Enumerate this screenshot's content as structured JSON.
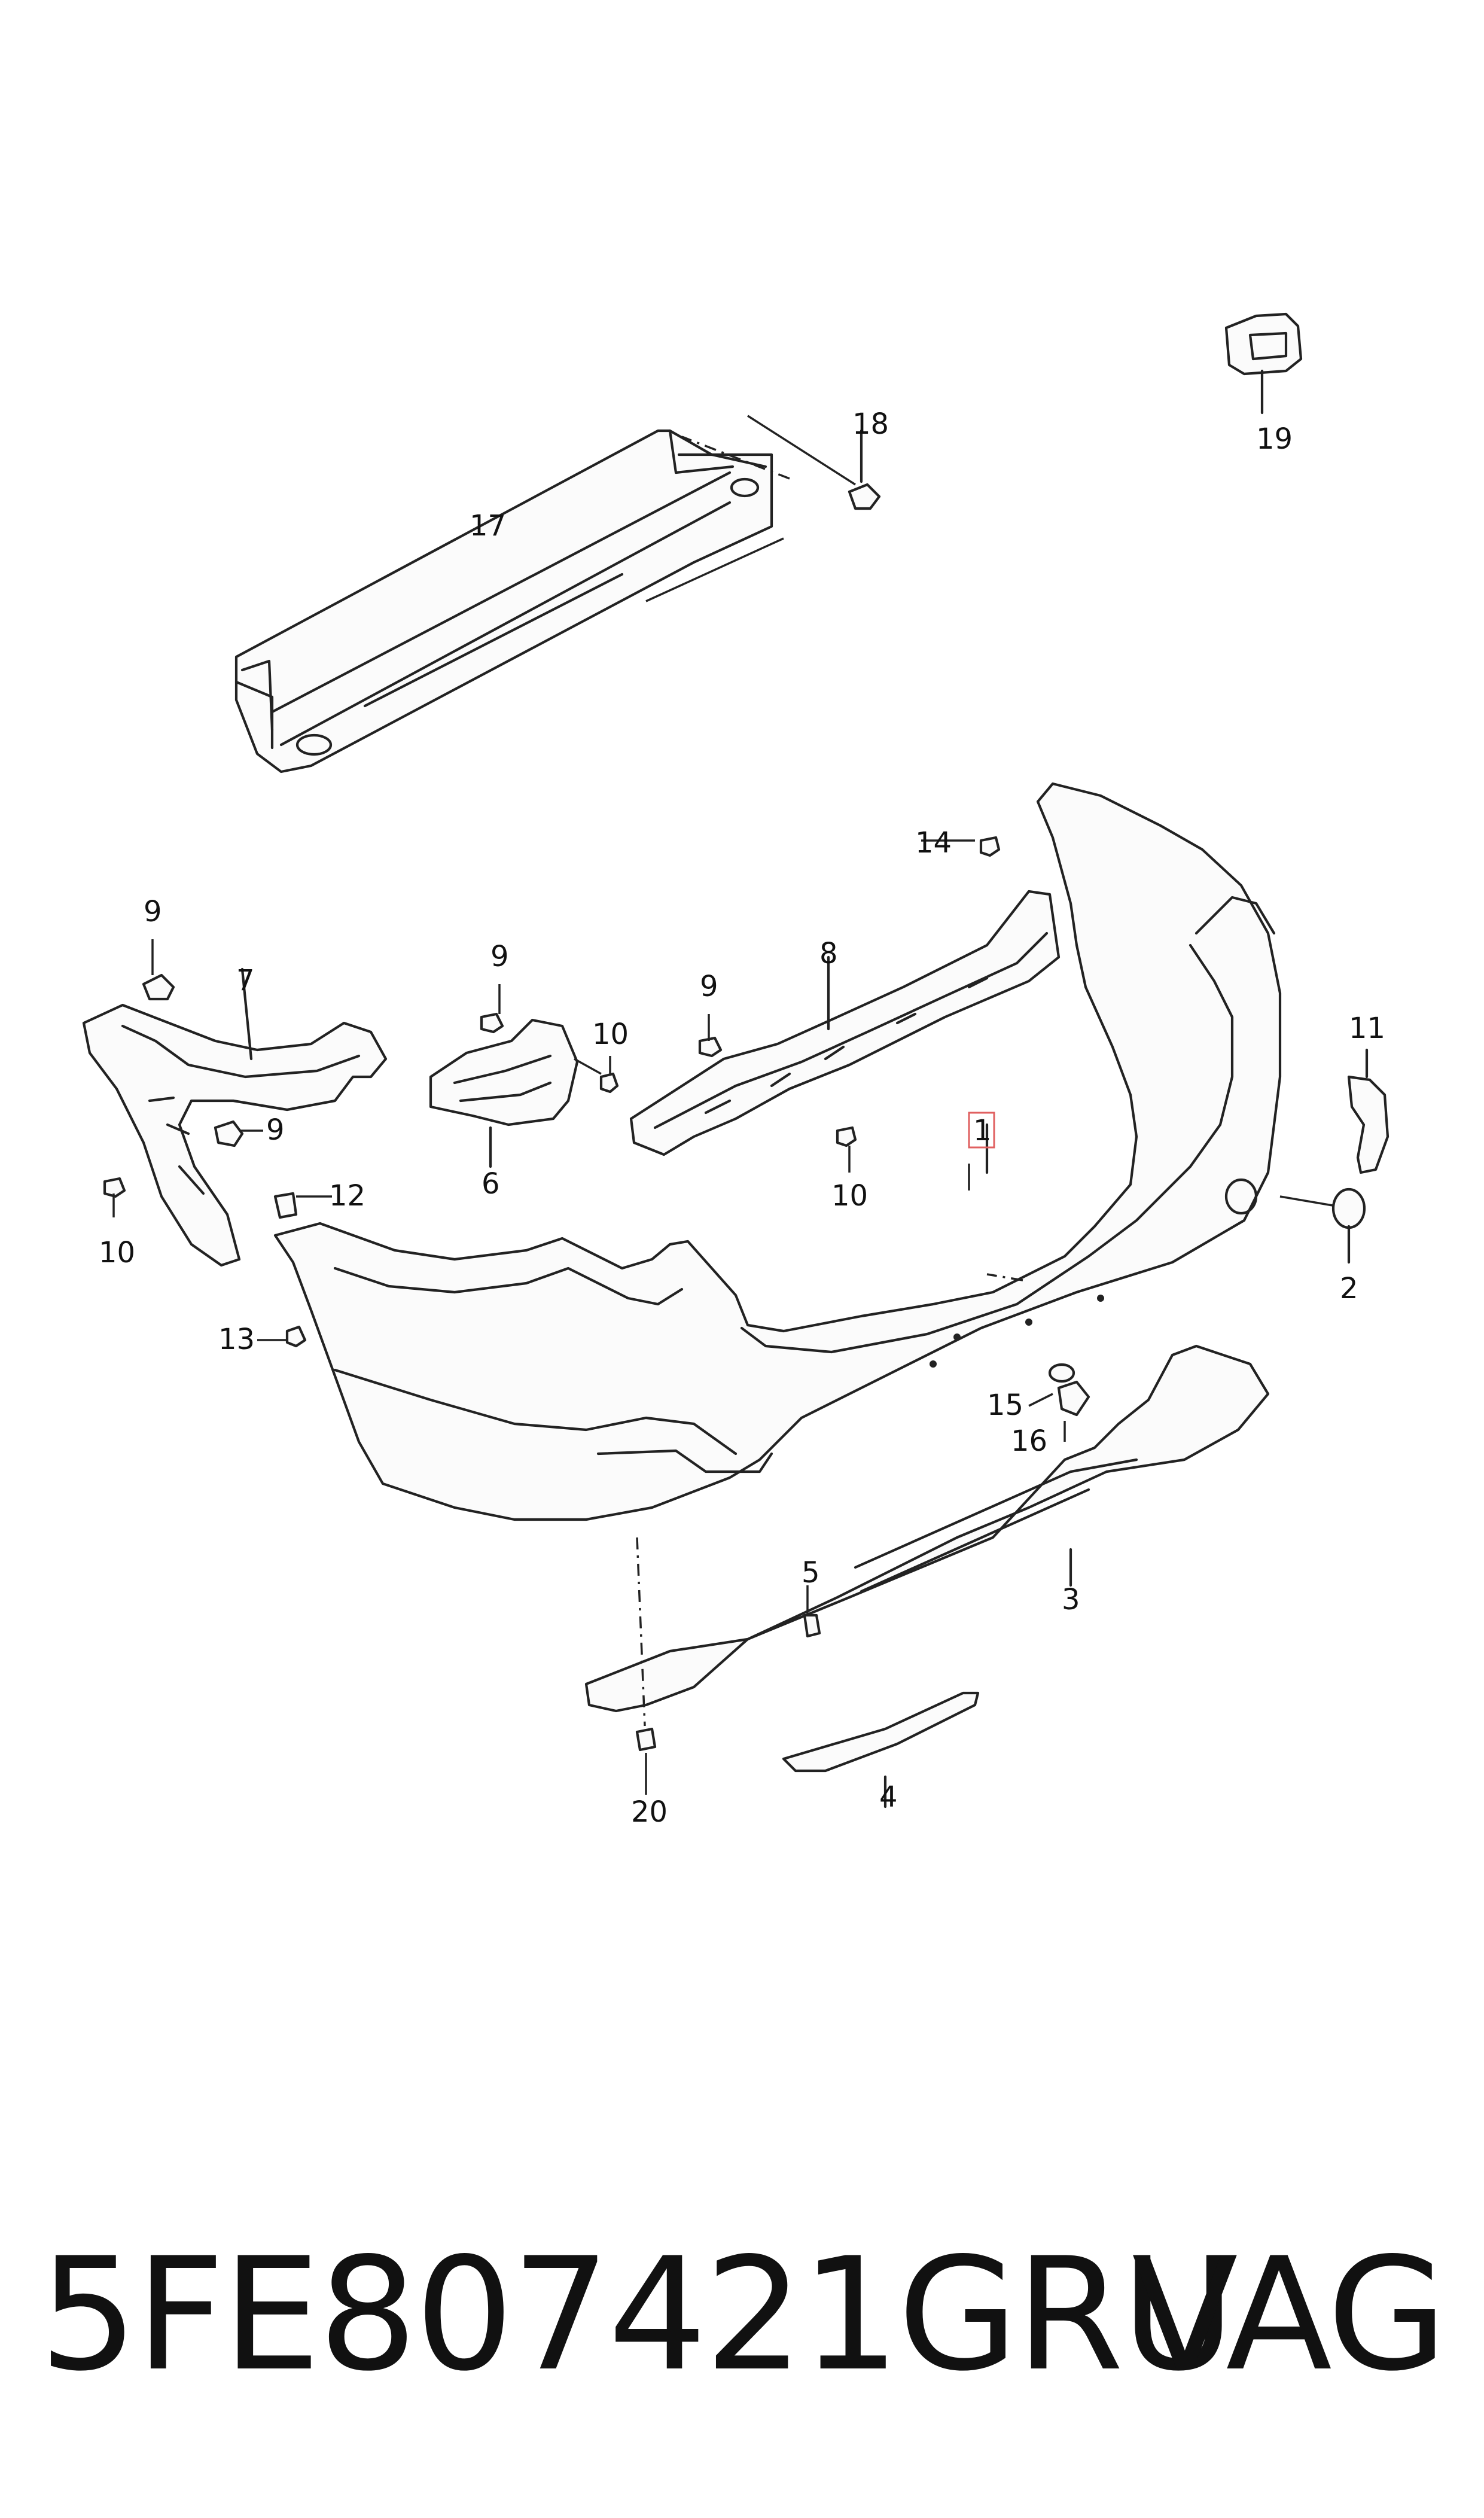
{
  "diagram": {
    "callouts": [
      "17",
      "18",
      "19",
      "14",
      "9",
      "9",
      "9",
      "9",
      "7",
      "10",
      "10",
      "10",
      "8",
      "6",
      "11",
      "1",
      "12",
      "2",
      "13",
      "15",
      "16",
      "5",
      "3",
      "20",
      "4"
    ]
  },
  "footer": {
    "part_number": "5FE807421GRU",
    "brand": "VAG"
  }
}
